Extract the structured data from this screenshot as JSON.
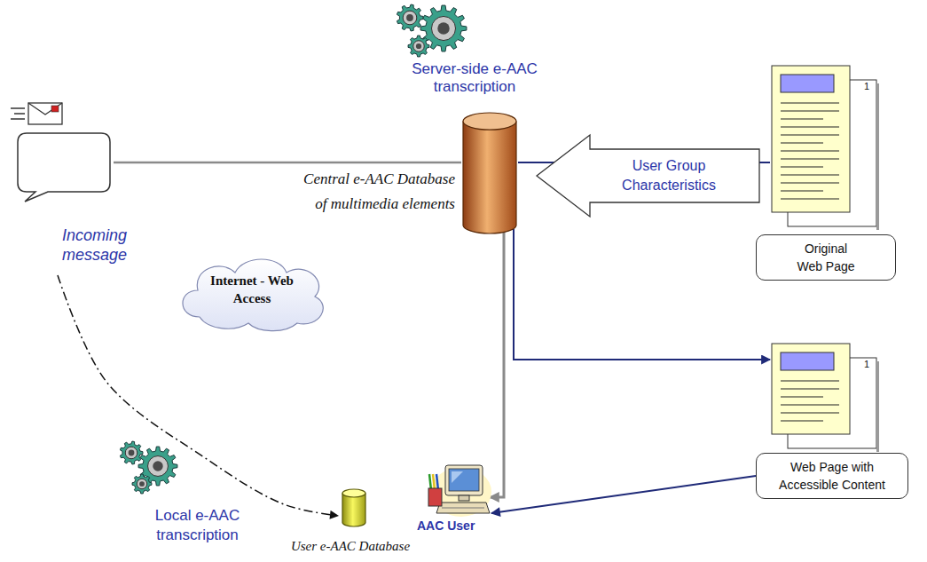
{
  "diagram": {
    "nodes": [
      {
        "text": [
          "Incoming message"
        ]
      },
      {
        "text": [
          "Central e-AAC Database of multimedia elements"
        ]
      },
      {
        "text": [
          "User Group Characteristics"
        ]
      },
      {
        "text": [
          "Original Web Page"
        ]
      },
      {
        "text": [
          "Internet - Web Access"
        ]
      },
      {
        "text": [
          "Web Page with Accessible Content"
        ]
      },
      {
        "text": [
          "User e-AAC Database"
        ]
      },
      {
        "text": [
          "AAC User"
        ]
      }
    ],
    "edges": [
      {
        "from": 0,
        "to": 1,
        "arrow": "none"
      },
      {
        "from": 1,
        "to": 3,
        "arrow": "none"
      },
      {
        "from": 1,
        "to": 5,
        "arrow": "to"
      },
      {
        "from": 1,
        "to": 7,
        "arrow": "to"
      },
      {
        "from": 5,
        "to": 7,
        "arrow": "to"
      },
      {
        "from": 0,
        "to": 6,
        "arrow": "to"
      }
    ],
    "labels": [
      "Server-side e-AAC transcription",
      "Local e-AAC transcription",
      "1",
      "1"
    ]
  }
}
